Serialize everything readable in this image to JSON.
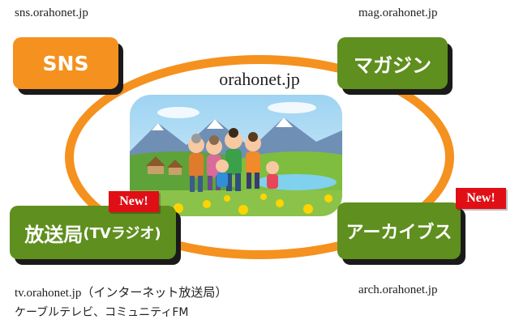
{
  "center": {
    "title": "orahonet.jp"
  },
  "nodes": {
    "sns": {
      "label": "SNS",
      "url": "sns.orahonet.jp"
    },
    "magazine": {
      "label": "マガジン",
      "url": "mag.orahonet.jp"
    },
    "broadcast": {
      "label_main": "放送局",
      "label_sub": "(TVラジオ)",
      "badge": "New!",
      "url": "tv.orahonet.jp（インターネット放送局）",
      "note": "ケーブルテレビ、コミュニティFM"
    },
    "archives": {
      "label": "アーカイブス",
      "badge": "New!",
      "url": "arch.orahonet.jp"
    }
  },
  "colors": {
    "ring": "#f5911f",
    "sns_box": "#f5911f",
    "green_box": "#5f8f1e",
    "badge": "#e00e15"
  }
}
